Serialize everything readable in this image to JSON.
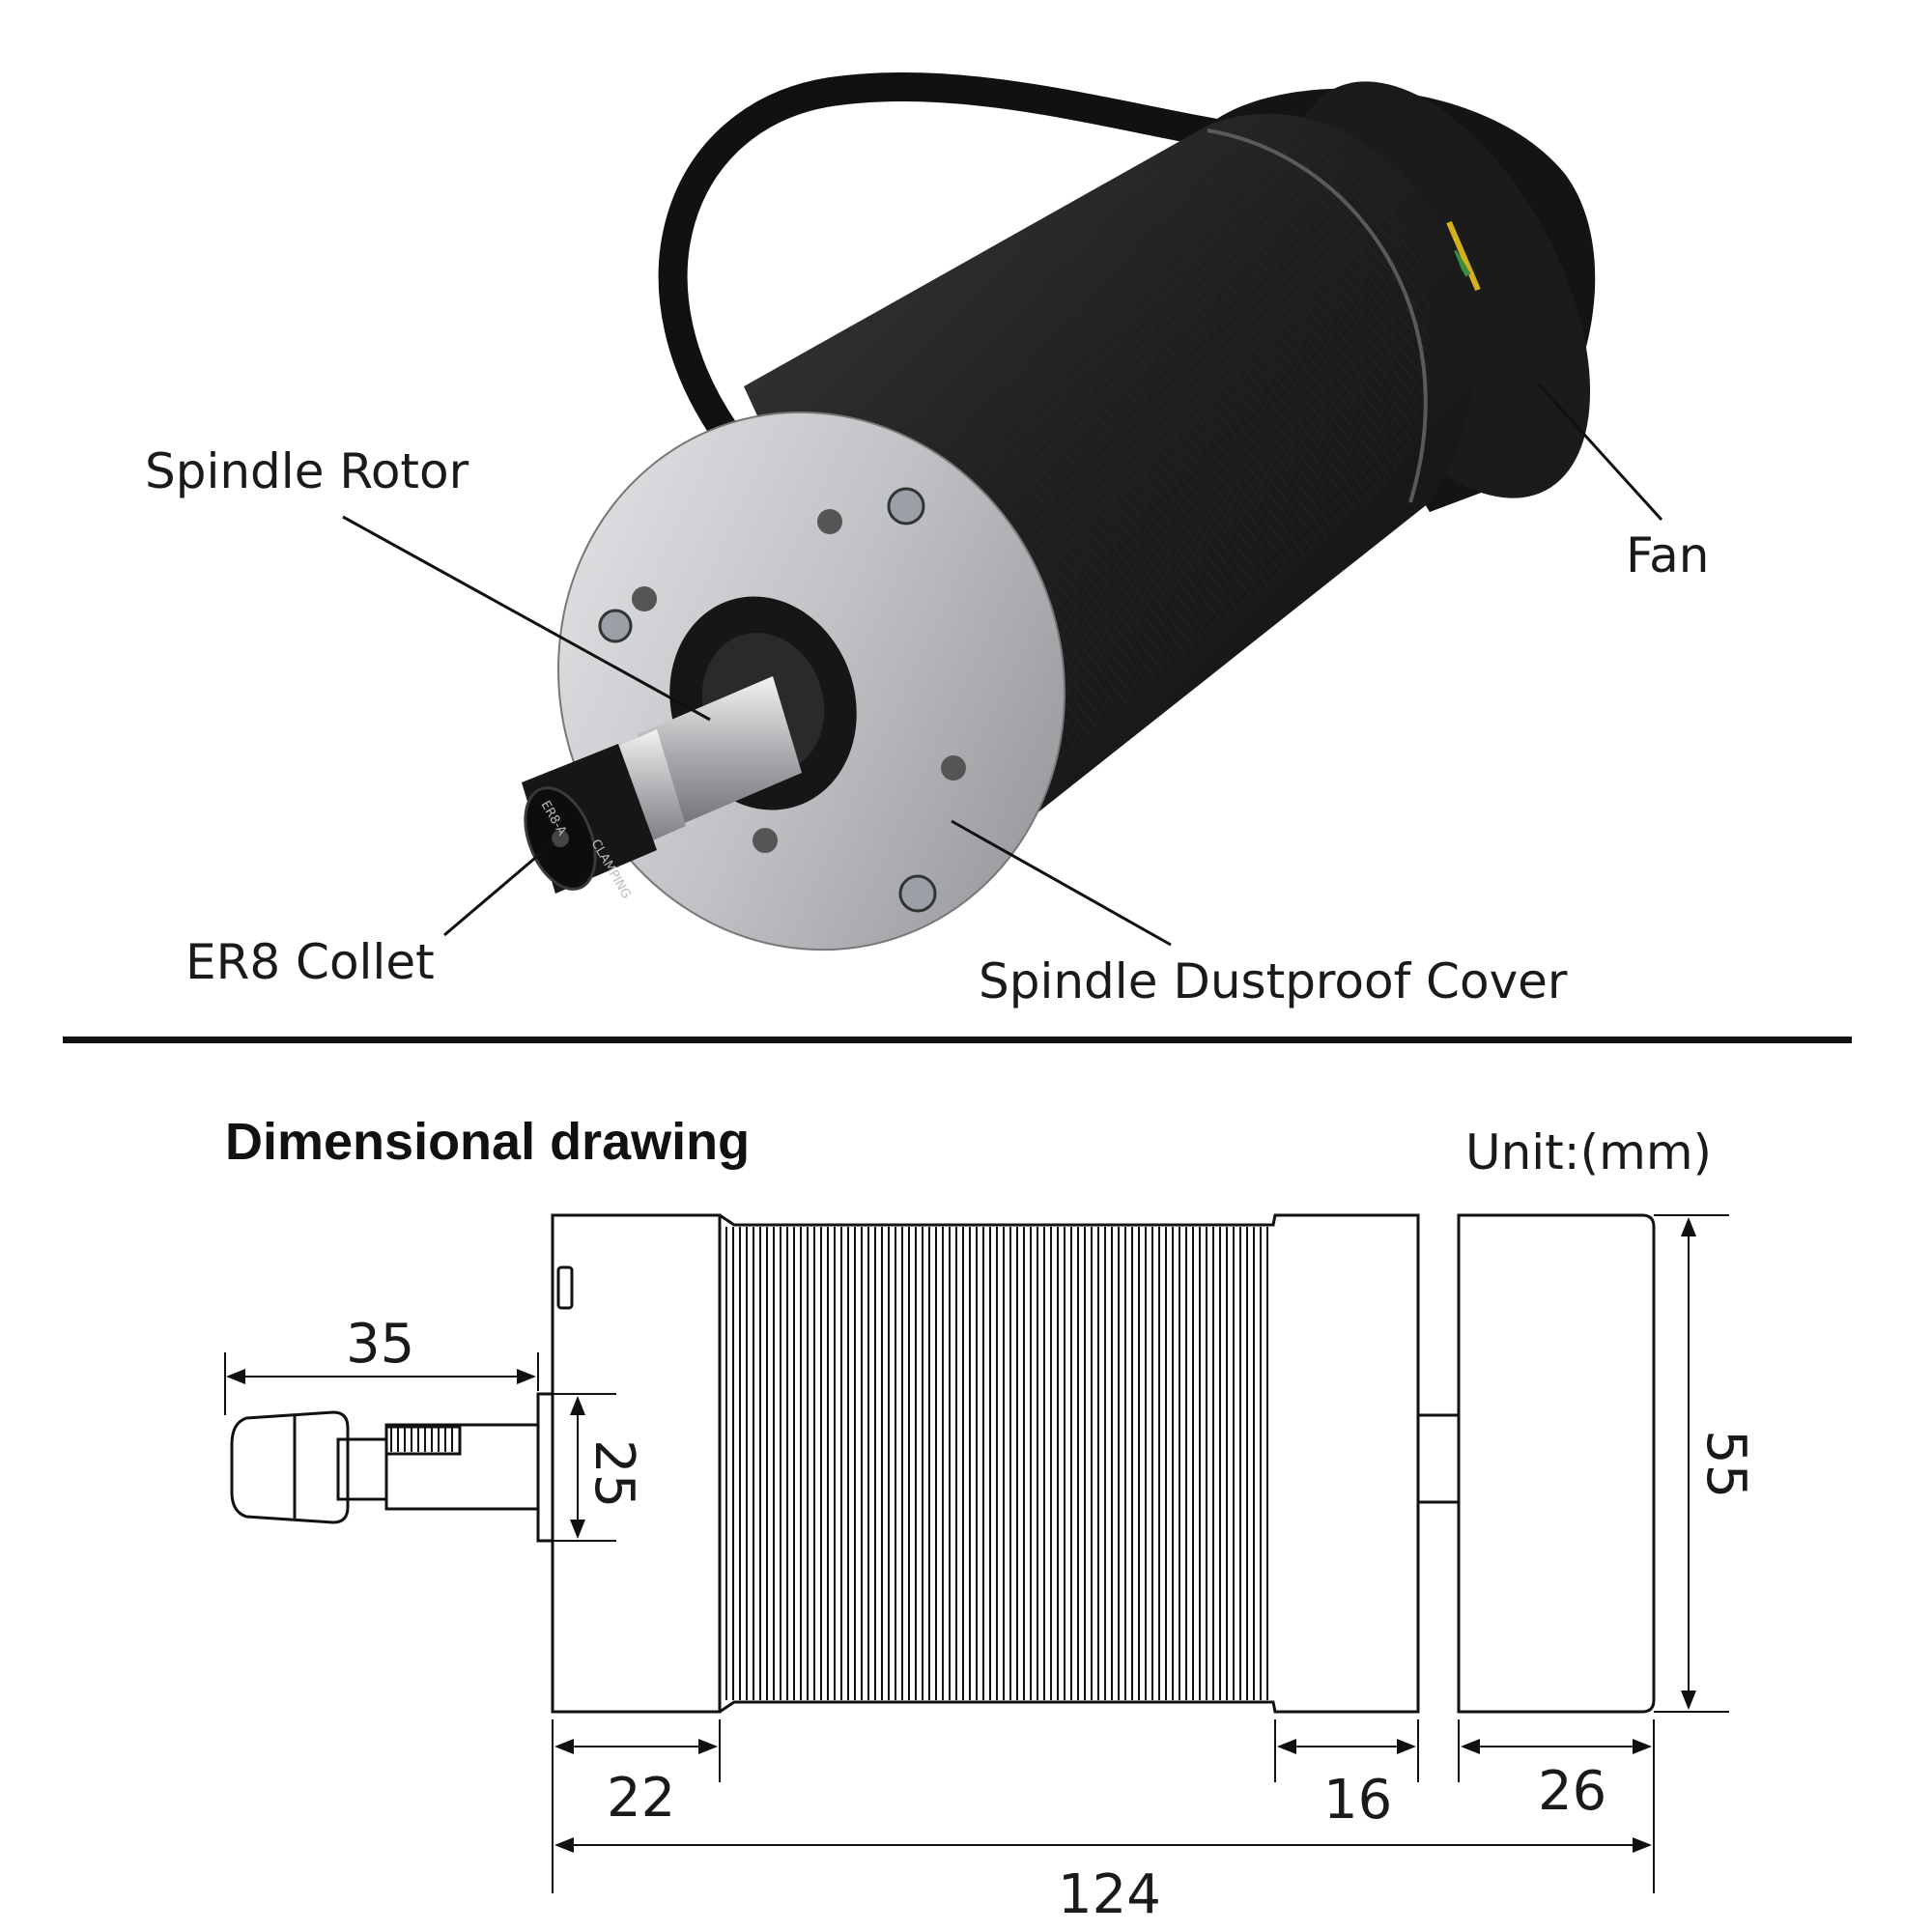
{
  "callouts": {
    "spindle_rotor": "Spindle Rotor",
    "fan": "Fan",
    "er8_collet": "ER8 Collet",
    "dustproof_cover": "Spindle Dustproof Cover"
  },
  "collet_engraving": {
    "top": "ER8-A",
    "side": "CLAMPING"
  },
  "drawing": {
    "title": "Dimensional drawing",
    "unit": "Unit:(mm)",
    "dimensions": {
      "shaft_length": "35",
      "flange_height": "25",
      "body_height": "55",
      "front_cap": "22",
      "rear_cap": "16",
      "fan_cap": "26",
      "total_length": "124"
    }
  },
  "colors": {
    "body_black": "#1c1c1c",
    "aluminum": "#c9cacc",
    "line": "#111111"
  }
}
